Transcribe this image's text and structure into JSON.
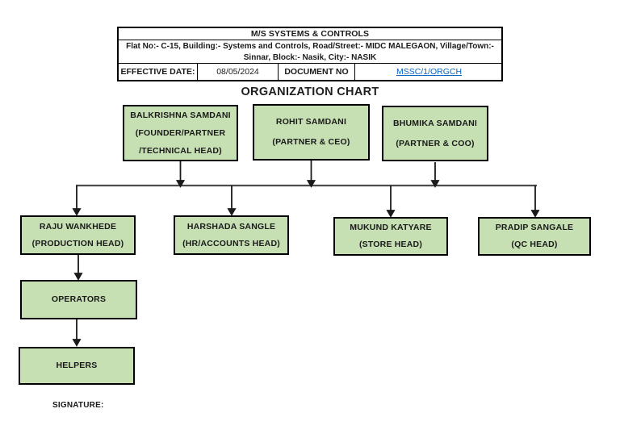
{
  "document": {
    "company_name": "M/S SYSTEMS & CONTROLS",
    "address_line1": "Flat No:- C-15, Building:- Systems and Controls, Road/Street:- MIDC MALEGAON, Village/Town:-",
    "address_line2": "Sinnar, Block:- Nasik, City:- NASIK",
    "effective_date_label": "EFFECTIVE DATE:",
    "effective_date_value": "08/05/2024",
    "document_no_label": "DOCUMENT NO",
    "document_no_value": "MSSC/1/ORGCH",
    "chart_title": "ORGANIZATION CHART",
    "signature_label": "SIGNATURE:"
  },
  "nodes": [
    {
      "id": "balkrishna-samdani",
      "lines": [
        "BALKRISHNA SAMDANI",
        "(FOUNDER/PARTNER",
        "/TECHNICAL HEAD)"
      ]
    },
    {
      "id": "rohit-samdani",
      "lines": [
        "ROHIT SAMDANI",
        "(PARTNER & CEO)"
      ]
    },
    {
      "id": "bhumika-samdani",
      "lines": [
        "BHUMIKA SAMDANI",
        "(PARTNER & COO)"
      ]
    },
    {
      "id": "raju-wankhede",
      "lines": [
        "RAJU WANKHEDE",
        "(PRODUCTION HEAD)"
      ]
    },
    {
      "id": "harshada-sangle",
      "lines": [
        "HARSHADA SANGLE",
        "(HR/ACCOUNTS HEAD)"
      ]
    },
    {
      "id": "mukund-katyare",
      "lines": [
        "MUKUND KATYARE",
        "(STORE HEAD)"
      ]
    },
    {
      "id": "pradip-sangale",
      "lines": [
        "PRADIP SANGALE",
        "(QC HEAD)"
      ]
    },
    {
      "id": "operators",
      "lines": [
        "OPERATORS"
      ]
    },
    {
      "id": "helpers",
      "lines": [
        "HELPERS"
      ]
    }
  ],
  "colors": {
    "node_fill": "#c6e0b4",
    "node_border": "#000000",
    "link_blue": "#0563c1",
    "connector_line": "#404040",
    "text": "#1a1a1a"
  }
}
